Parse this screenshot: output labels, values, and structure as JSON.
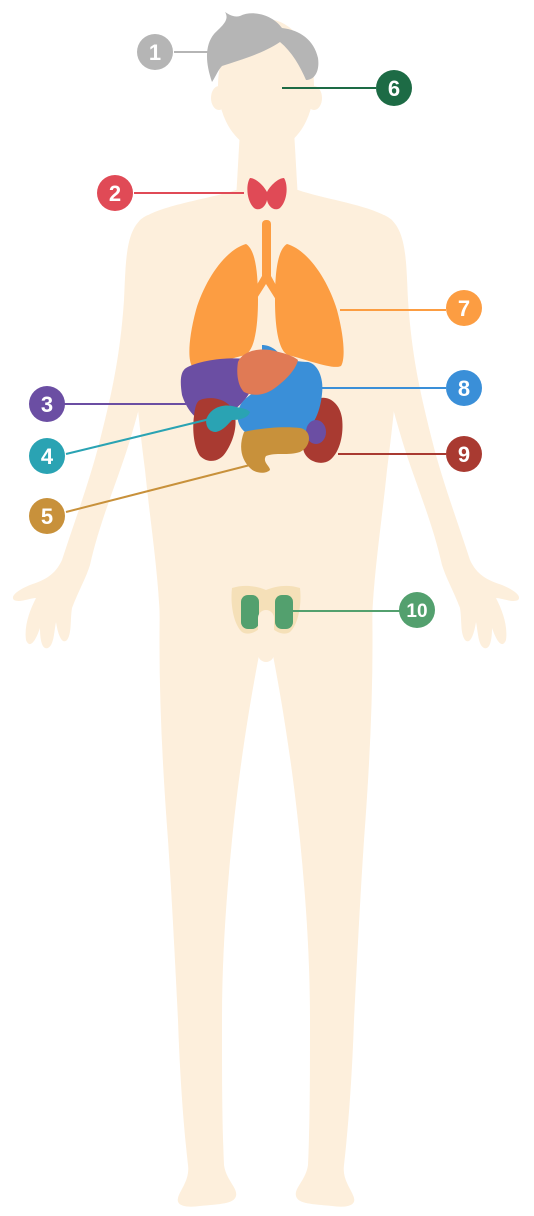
{
  "colors": {
    "body": "#fdefdc",
    "hair": "#b5b5b5",
    "thyroid": "#e04a56",
    "lungs": "#fc9d42",
    "liver": "#6b4ea3",
    "stomach": "#3a8fd8",
    "pancreas": "#2aa3b3",
    "intestine": "#c8913b",
    "kidney": "#a93a31",
    "heart": "#e07a55",
    "testes": "#53a06e",
    "pelvis": "#f5e0b8",
    "pituitary_dark": "#1d6b45"
  },
  "markers": [
    {
      "label": "1",
      "color": "#b5b5b5"
    },
    {
      "label": "2",
      "color": "#e04a56"
    },
    {
      "label": "3",
      "color": "#6b4ea3"
    },
    {
      "label": "4",
      "color": "#2aa3b3"
    },
    {
      "label": "5",
      "color": "#c8913b"
    },
    {
      "label": "6",
      "color": "#1d6b45"
    },
    {
      "label": "7",
      "color": "#fc9d42"
    },
    {
      "label": "8",
      "color": "#3a8fd8"
    },
    {
      "label": "9",
      "color": "#a93a31"
    },
    {
      "label": "10",
      "color": "#53a06e"
    }
  ]
}
